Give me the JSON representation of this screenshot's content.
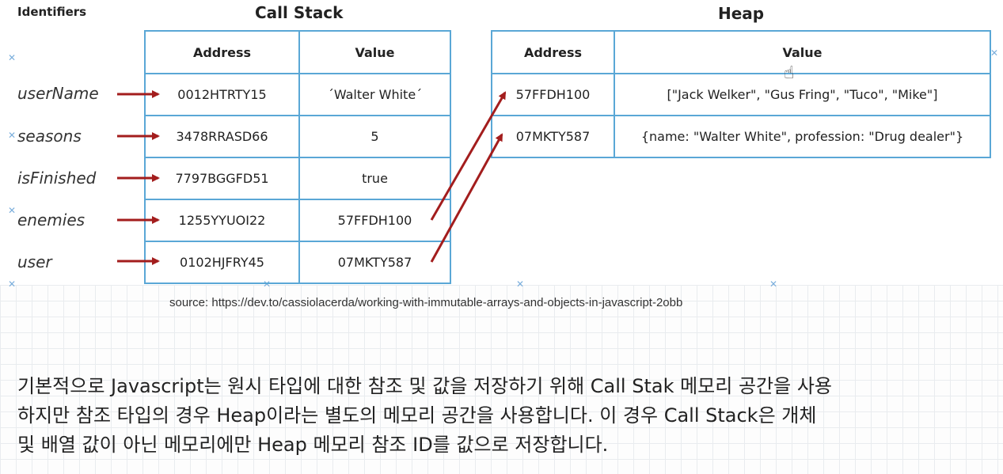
{
  "identifiers_title": "Identifiers",
  "call_stack": {
    "title": "Call Stack",
    "headers": [
      "Address",
      "Value"
    ],
    "rows": [
      {
        "identifier": "userName",
        "address": "0012HTRTY15",
        "value": "´Walter White´"
      },
      {
        "identifier": "seasons",
        "address": "3478RRASD66",
        "value": "5"
      },
      {
        "identifier": "isFinished",
        "address": "7797BGGFD51",
        "value": "true"
      },
      {
        "identifier": "enemies",
        "address": "1255YYUOI22",
        "value": "57FFDH100"
      },
      {
        "identifier": "user",
        "address": "0102HJFRY45",
        "value": "07MKTY587"
      }
    ]
  },
  "heap": {
    "title": "Heap",
    "headers": [
      "Address",
      "Value"
    ],
    "rows": [
      {
        "address": "57FFDH100",
        "value": "[\"Jack Welker\", \"Gus Fring\", \"Tuco\", \"Mike\"]"
      },
      {
        "address": "07MKTY587",
        "value": "{name: \"Walter White\", profession: \"Drug dealer\"}"
      }
    ]
  },
  "source": "source: https://dev.to/cassiolacerda/working-with-immutable-arrays-and-objects-in-javascript-2obb",
  "description": [
    "기본적으로 Javascript는 원시 타입에 대한 참조 및 값을 저장하기 위해 Call Stak 메모리 공간을 사용",
    "하지만 참조 타입의 경우 Heap이라는 별도의 메모리 공간을 사용합니다. 이 경우 Call Stack은 개체",
    "및 배열 값이 아닌 메모리에만 Heap 메모리 참조 ID를 값으로 저장합니다."
  ],
  "colors": {
    "arrow": "#a31d1d",
    "table_border": "#5aa7d6"
  }
}
